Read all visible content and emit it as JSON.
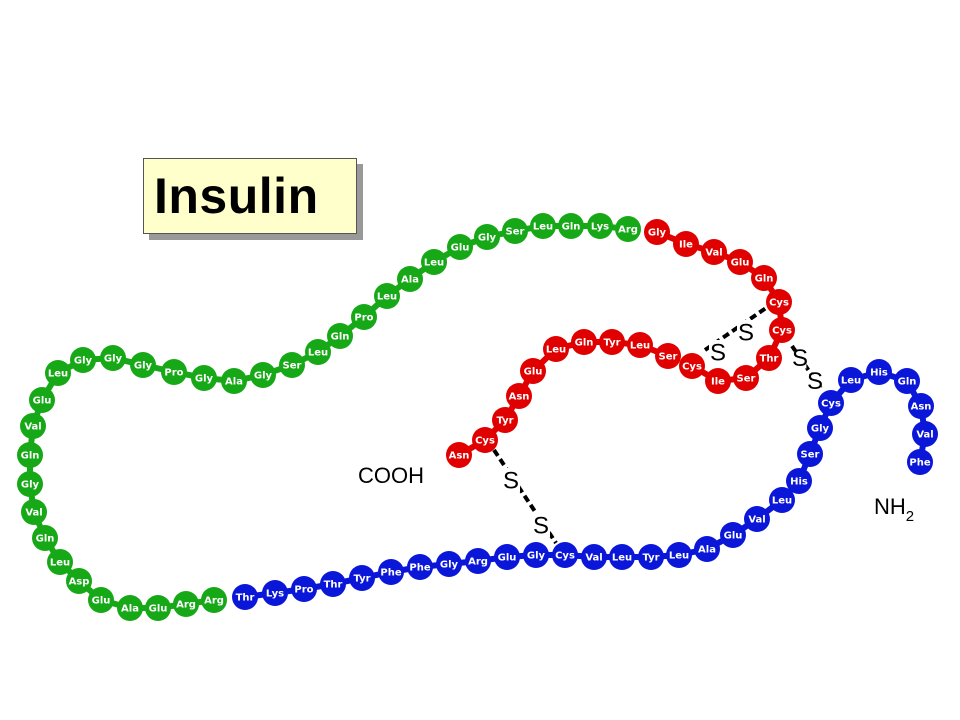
{
  "title": "Insulin",
  "labels": {
    "cooh": "COOH",
    "nh2": "NH",
    "nh2_sub": "2",
    "sulfur": "S"
  },
  "colors": {
    "green": "#17a817",
    "red": "#e00000",
    "blue": "#0a16d8",
    "bond": "#000000"
  },
  "chains": [
    {
      "name": "green-segment",
      "color": "green",
      "residues": [
        "Arg",
        "Arg",
        "Glu",
        "Ala",
        "Glu",
        "Asp",
        "Leu",
        "Gln",
        "Val",
        "Gly",
        "Gln",
        "Val",
        "Glu",
        "Leu",
        "Gly",
        "Gly",
        "Gly",
        "Pro",
        "Gly",
        "Ala",
        "Gly",
        "Ser",
        "Leu",
        "Gln",
        "Pro",
        "Leu",
        "Ala",
        "Leu",
        "Glu",
        "Gly",
        "Ser",
        "Leu",
        "Gln",
        "Lys",
        "Arg"
      ]
    },
    {
      "name": "red-outer-segment",
      "color": "red",
      "residues": [
        "Gly",
        "Ile",
        "Val",
        "Glu",
        "Gln",
        "Cys",
        "Cys",
        "Thr",
        "Ser",
        "Ile",
        "Cys"
      ]
    },
    {
      "name": "red-inner-segment",
      "color": "red",
      "residues": [
        "Ser",
        "Leu",
        "Tyr",
        "Gln",
        "Leu",
        "Glu",
        "Asn",
        "Tyr",
        "Cys",
        "Asn"
      ]
    },
    {
      "name": "blue-b-chain",
      "color": "blue",
      "residues": [
        "Phe",
        "Val",
        "Asn",
        "Gln",
        "His",
        "Leu",
        "Cys",
        "Gly",
        "Ser",
        "His",
        "Leu",
        "Val",
        "Glu",
        "Ala",
        "Leu",
        "Tyr",
        "Leu",
        "Val",
        "Cys",
        "Gly",
        "Glu",
        "Arg",
        "Gly",
        "Phe",
        "Phe",
        "Tyr",
        "Thr",
        "Pro",
        "Lys",
        "Thr"
      ]
    }
  ]
}
